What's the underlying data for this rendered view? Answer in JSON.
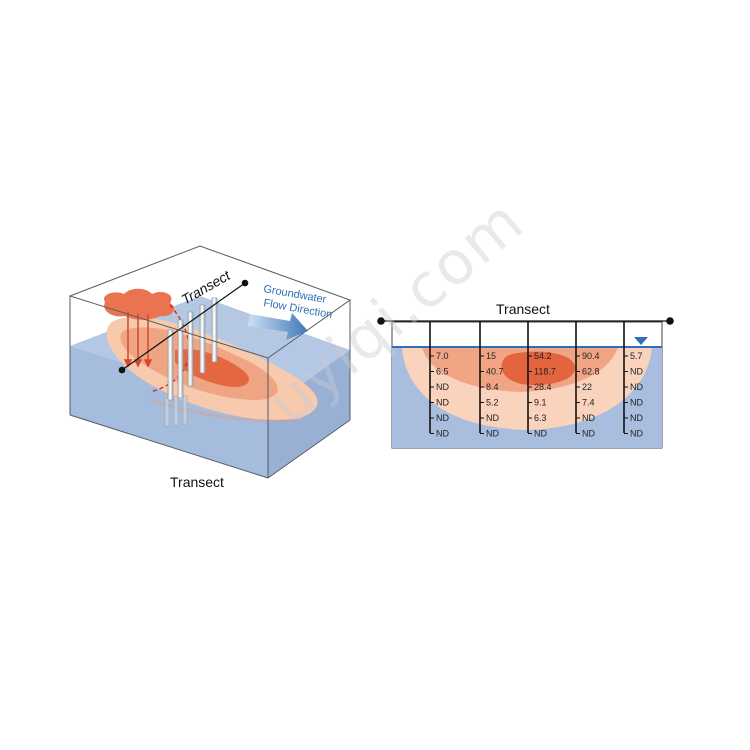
{
  "left_diagram": {
    "transect_label": "Transect",
    "bottom_label": "Transect",
    "flow_label_line1": "Groundwater",
    "flow_label_line2": "Flow Direction"
  },
  "right_diagram": {
    "title": "Transect",
    "wells": [
      {
        "values": [
          "7.0",
          "6.5",
          "ND",
          "ND",
          "ND",
          "ND"
        ]
      },
      {
        "values": [
          "15",
          "40.7",
          "8.4",
          "5.2",
          "ND",
          "ND"
        ]
      },
      {
        "values": [
          "54.2",
          "118.7",
          "28.4",
          "9.1",
          "6.3",
          "ND"
        ]
      },
      {
        "values": [
          "90.4",
          "62.8",
          "22",
          "7.4",
          "ND",
          "ND"
        ]
      },
      {
        "values": [
          "5.7",
          "ND",
          "ND",
          "ND",
          "ND",
          "ND"
        ]
      }
    ]
  },
  "watermark": "uyiqi.com",
  "colors": {
    "water": "#a9bedf",
    "plume_light": "#f9d2b8",
    "plume_mid": "#f1a07f",
    "plume_dark": "#e5653f",
    "flow_arrow": "#3f78b9",
    "water_table": "#2f6fb5"
  }
}
